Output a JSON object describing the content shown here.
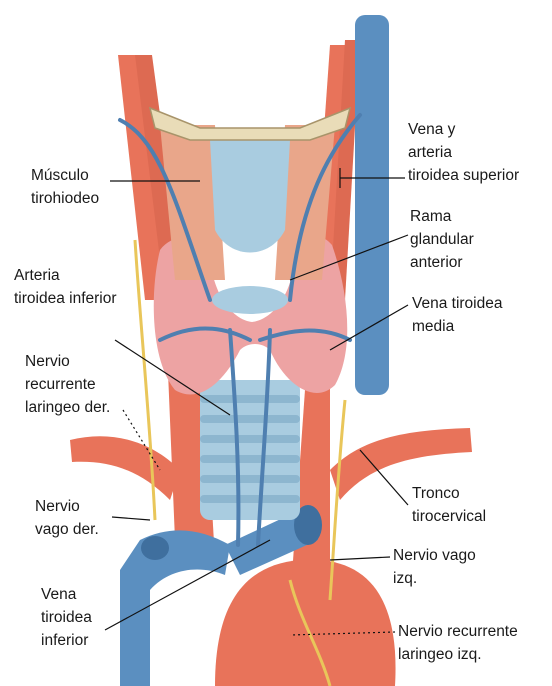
{
  "figure": {
    "labels": {
      "musculo_tirohiodeo": [
        "Músculo",
        "tirohiodeo"
      ],
      "vena_arteria_tiroidea_superior": [
        "Vena y",
        "arteria",
        "tiroidea superior"
      ],
      "rama_glandular_anterior": [
        "Rama",
        "glandular",
        "anterior"
      ],
      "arteria_tiroidea_inferior": [
        "Arteria",
        "tiroidea inferior"
      ],
      "vena_tiroidea_media": [
        "Vena tiroidea",
        "media"
      ],
      "nervio_recurrente_laringeo_der": [
        "Nervio",
        "recurrente",
        "laringeo der."
      ],
      "nervio_vago_der": [
        "Nervio",
        "vago der."
      ],
      "tronco_tirocervical": [
        "Tronco",
        "tirocervical"
      ],
      "nervio_vago_izq": [
        "Nervio vago",
        "izq."
      ],
      "vena_tiroidea_inferior": [
        "Vena",
        "tiroidea",
        "inferior"
      ],
      "nervio_recurrente_laringeo_izq": [
        "Nervio recurrente",
        "laringeo izq."
      ]
    },
    "colors": {
      "artery": "#e8735a",
      "artery_dark": "#c9503a",
      "vein": "#5b8fc0",
      "vein_dark": "#3f6f9e",
      "thyroid": "#eda3a3",
      "muscle": "#e9a68a",
      "cartilage": "#a9cce0",
      "nerve": "#e9c65a",
      "bone": "#e9dcb8"
    }
  }
}
